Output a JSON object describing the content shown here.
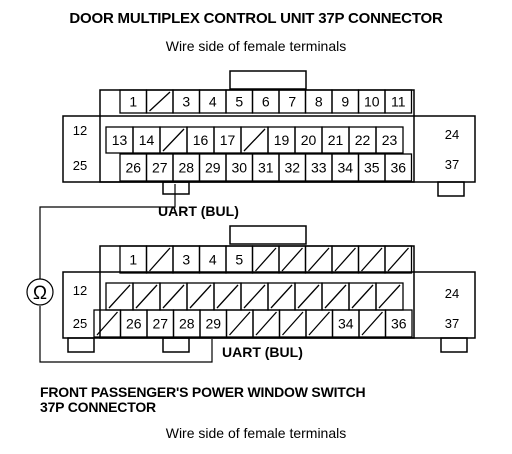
{
  "top": {
    "title": "DOOR MULTIPLEX CONTROL UNIT 37P CONNECTOR",
    "subtitle": "Wire side of female terminals",
    "row1": [
      "1",
      "",
      "3",
      "4",
      "5",
      "6",
      "7",
      "8",
      "9",
      "10",
      "11"
    ],
    "row2": [
      "13",
      "14",
      "",
      "16",
      "17",
      "",
      "19",
      "20",
      "21",
      "22",
      "23"
    ],
    "row3": [
      "26",
      "27",
      "28",
      "29",
      "30",
      "31",
      "32",
      "33",
      "34",
      "35",
      "36"
    ],
    "side": [
      "12",
      "25",
      "24",
      "37"
    ],
    "label": "UART (BUL)"
  },
  "bottom": {
    "title_line1": "FRONT PASSENGER'S POWER WINDOW SWITCH",
    "title_line2": "37P CONNECTOR",
    "subtitle": "Wire side of female terminals",
    "row1": [
      "1",
      "",
      "3",
      "4",
      "5",
      "",
      "",
      "",
      "",
      "",
      ""
    ],
    "row2": [
      "",
      "",
      "",
      "",
      "",
      "",
      "",
      "",
      "",
      "",
      ""
    ],
    "row3": [
      "",
      "26",
      "27",
      "28",
      "29",
      "",
      "",
      "",
      "",
      "34",
      "",
      "36"
    ],
    "side": [
      "12",
      "25",
      "24",
      "37"
    ],
    "label": "UART (BUL)"
  },
  "meter": {
    "symbol": "Ω"
  }
}
